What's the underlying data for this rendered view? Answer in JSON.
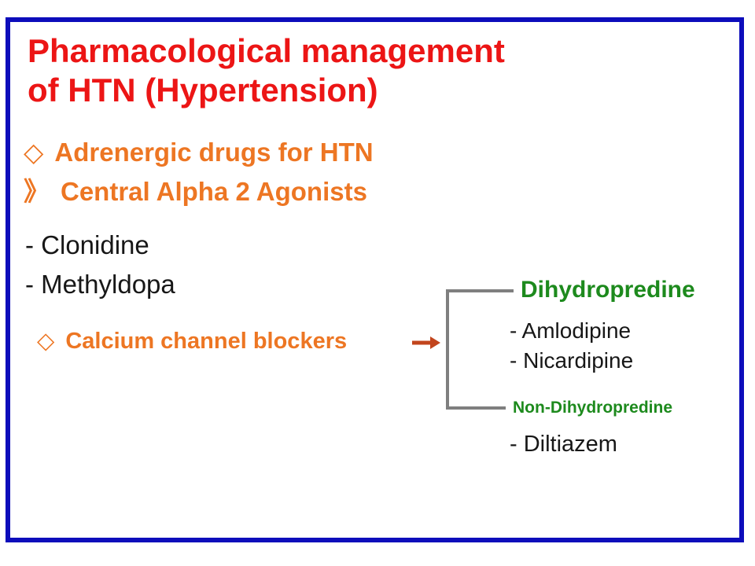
{
  "title": {
    "line1": "Pharmacological management",
    "line2": "of HTN (Hypertension)"
  },
  "adrenergic": {
    "bullet": "◇",
    "label": "Adrenergic drugs for HTN"
  },
  "central_alpha": {
    "bullet": "》",
    "label": "Central Alpha 2 Agonists",
    "drugs": [
      "- Clonidine",
      "- Methyldopa"
    ]
  },
  "calcium": {
    "bullet": "◇",
    "label": "Calcium channel blockers"
  },
  "ccb_groups": [
    {
      "name": "Dihydropredine",
      "drugs": [
        "- Amlodipine",
        "- Nicardipine"
      ]
    },
    {
      "name": "Non-Dihydropredine",
      "drugs": [
        "- Diltiazem"
      ]
    }
  ],
  "icons": {
    "arrow": "right-arrow"
  },
  "colors": {
    "title_red": "#ec1515",
    "heading_orange": "#ed7623",
    "group_green": "#1d8a1d",
    "border_blue": "#0d0dbb",
    "arrow_red_orange": "#c2451d",
    "bracket_gray": "#7f7f7f",
    "body_black": "#171717",
    "background": "#ffffff"
  }
}
